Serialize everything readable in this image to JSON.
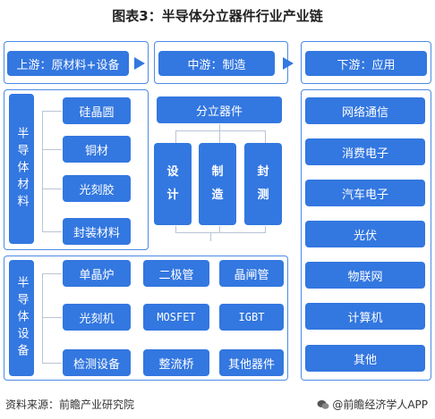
{
  "title": "图表3：半导体分立器件行业产业链",
  "chain": {
    "upstream": "上游：原材料+设备",
    "midstream": "中游：制造",
    "downstream": "下游：应用"
  },
  "materials": {
    "label": "半导体材料",
    "items": [
      "硅晶圆",
      "铜材",
      "光刻胶",
      "封装材料"
    ]
  },
  "equipment": {
    "label": "半导体设备",
    "items": [
      "单晶炉",
      "光刻机",
      "检测设备"
    ]
  },
  "mid": {
    "head": "分立器件",
    "processes": [
      {
        "chars": [
          "设",
          "计"
        ]
      },
      {
        "chars": [
          "制",
          "造"
        ]
      },
      {
        "chars": [
          "封",
          "测"
        ]
      }
    ],
    "devices": [
      "二极管",
      "晶闸管",
      "MOSFET",
      "IGBT",
      "整流桥",
      "其他器件"
    ]
  },
  "applications": [
    "网络通信",
    "消费电子",
    "汽车电子",
    "光伏",
    "物联网",
    "计算机",
    "其他"
  ],
  "footer": {
    "source": "资料来源：前瞻产业研究院",
    "brand": "@前瞻经济学人APP"
  },
  "colors": {
    "box": "#3377e0",
    "outline": "#4b8ae6",
    "line": "#b8c4d6"
  },
  "icons": {
    "brand": "wechat-like-logo"
  }
}
